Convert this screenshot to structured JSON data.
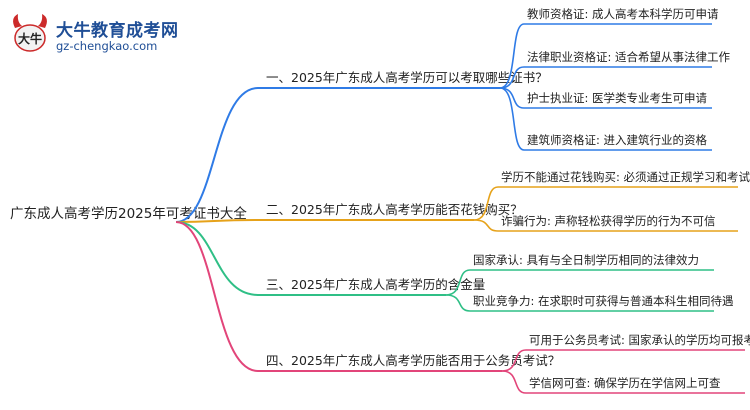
{
  "logo": {
    "mark": "大牛",
    "title": "大牛教育成考网",
    "url": "gz-chengkao.com"
  },
  "root": {
    "label": "广东成人高考学历2025年可考证书大全"
  },
  "branches": [
    {
      "label": "一、2025年广东成人高考学历可以考取哪些证书？",
      "color": "#2f7be6",
      "leaves": [
        "教师资格证: 成人高考本科学历可申请",
        "法律职业资格证: 适合希望从事法律工作",
        "护士执业证: 医学类专业考生可申请",
        "建筑师资格证: 进入建筑行业的资格"
      ]
    },
    {
      "label": "二、2025年广东成人高考学历能否花钱购买？",
      "color": "#e6a21a",
      "leaves": [
        "学历不能通过花钱购买: 必须通过正规学习和考试",
        "诈骗行为: 声称轻松获得学历的行为不可信"
      ]
    },
    {
      "label": "三、2025年广东成人高考学历的含金量",
      "color": "#2fbf86",
      "leaves": [
        "国家承认: 具有与全日制学历相同的法律效力",
        "职业竞争力: 在求职时可获得与普通本科生相同待遇"
      ]
    },
    {
      "label": "四、2025年广东成人高考学历能否用于公务员考试？",
      "color": "#e2457a",
      "leaves": [
        "可用于公务员考试: 国家承认的学历均可报考",
        "学信网可查: 确保学历在学信网上可查"
      ]
    }
  ]
}
